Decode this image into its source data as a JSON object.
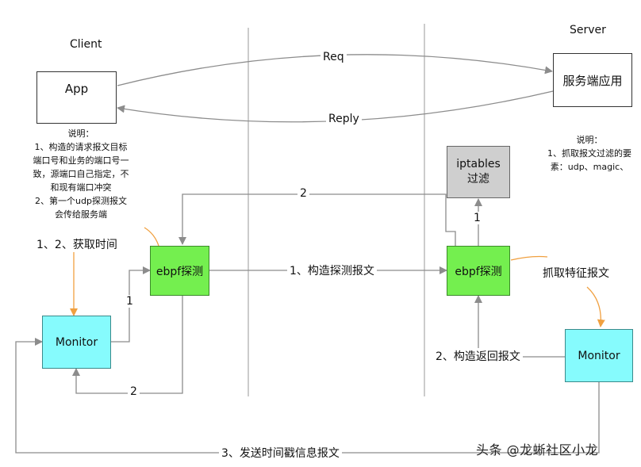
{
  "headers": {
    "client": "Client",
    "server": "Server"
  },
  "boxes": {
    "app": "App",
    "server_app": "服务端应用",
    "iptables": "iptables\n过滤",
    "ebpf_client": "ebpf探测",
    "ebpf_server": "ebpf探测",
    "monitor_client": "Monitor",
    "monitor_server": "Monitor"
  },
  "edges": {
    "req": "Req",
    "reply": "Reply",
    "probe": "1、构造探测报文",
    "client_up": "1",
    "client_down": "2",
    "client_top": "2",
    "server_up": "1",
    "reply_build": "2、构造返回报文",
    "timestamp": "3、发送时间戳信息报文"
  },
  "annotations": {
    "get_time": "1、2、获取时间",
    "capture": "抓取特征报文"
  },
  "notes": {
    "client": [
      "说明：",
      "1、构造的请求报文目标",
      "端口号和业务的端口号一",
      "致，源端口自己指定，不",
      "和现有端口冲突",
      "2、第一个udp探测报文",
      "会传给服务端"
    ],
    "server": [
      "说明：",
      "1、抓取报文过滤的要",
      "素：udp、magic、"
    ]
  },
  "watermark": "头条 @龙蜥社区小龙",
  "colors": {
    "ebpf": "#74ef4f",
    "monitor": "#86fbfd",
    "iptables": "#cfcfcf",
    "line": "#8c8c8c",
    "orange": "#f0a040"
  }
}
